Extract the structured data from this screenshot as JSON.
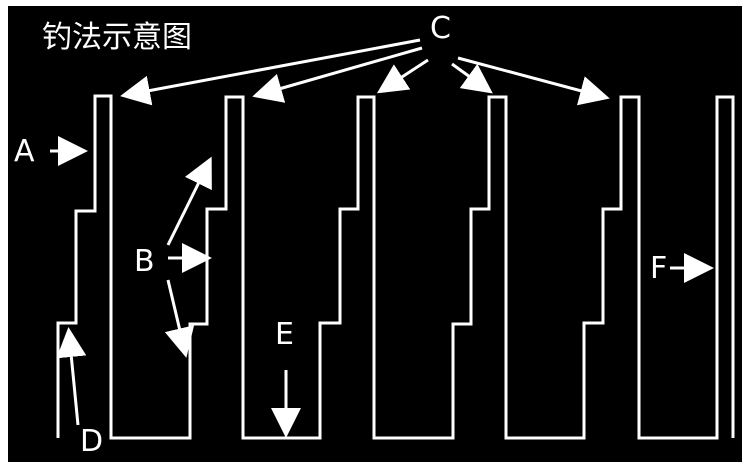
{
  "title": "钓法示意图",
  "labels": {
    "A": "A",
    "B": "B",
    "C": "C",
    "D": "D",
    "E": "E",
    "F": "F"
  },
  "colors": {
    "background": "#000000",
    "frame": "#ffffff",
    "line": "#ffffff"
  }
}
